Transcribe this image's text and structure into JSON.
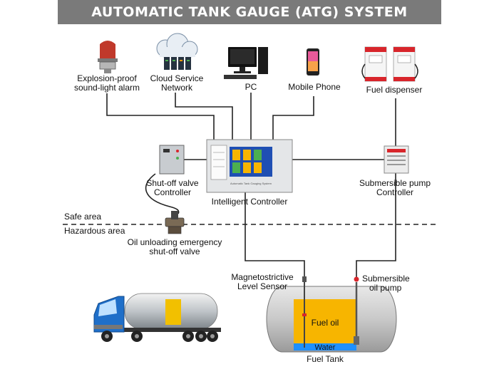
{
  "title": "AUTOMATIC TANK GAUGE (ATG) SYSTEM",
  "devices": {
    "alarm": {
      "line1": "Explosion-proof",
      "line2": "sound-light alarm"
    },
    "cloud": {
      "line1": "Cloud Service",
      "line2": "Network"
    },
    "pc": {
      "label": "PC"
    },
    "phone": {
      "label": "Mobile Phone"
    },
    "dispenser": {
      "label": "Fuel dispenser"
    }
  },
  "controllers": {
    "valve": {
      "line1": "Shut-off valve",
      "line2": "Controller"
    },
    "intelligent": {
      "label": "Intelligent Controller",
      "screen_text": "Automatic Tank Gauging System"
    },
    "pump": {
      "line1": "Submersible pump",
      "line2": "Controller"
    }
  },
  "areas": {
    "safe": "Safe area",
    "hazardous": "Hazardous area"
  },
  "valve": {
    "line1": "Oil unloading emergency",
    "line2": "shut-off valve"
  },
  "sensor": {
    "line1": "Magnetostrictive",
    "line2": "Level Sensor"
  },
  "submersible": {
    "line1": "Submersible",
    "line2": "oil pump"
  },
  "tank": {
    "fuel": "Fuel oil",
    "water": "Water",
    "name": "Fuel Tank"
  },
  "colors": {
    "title_bg": "#7a7a7a",
    "fuel": "#f7b500",
    "water": "#1e90ff",
    "screen": "#1f4fb3"
  }
}
